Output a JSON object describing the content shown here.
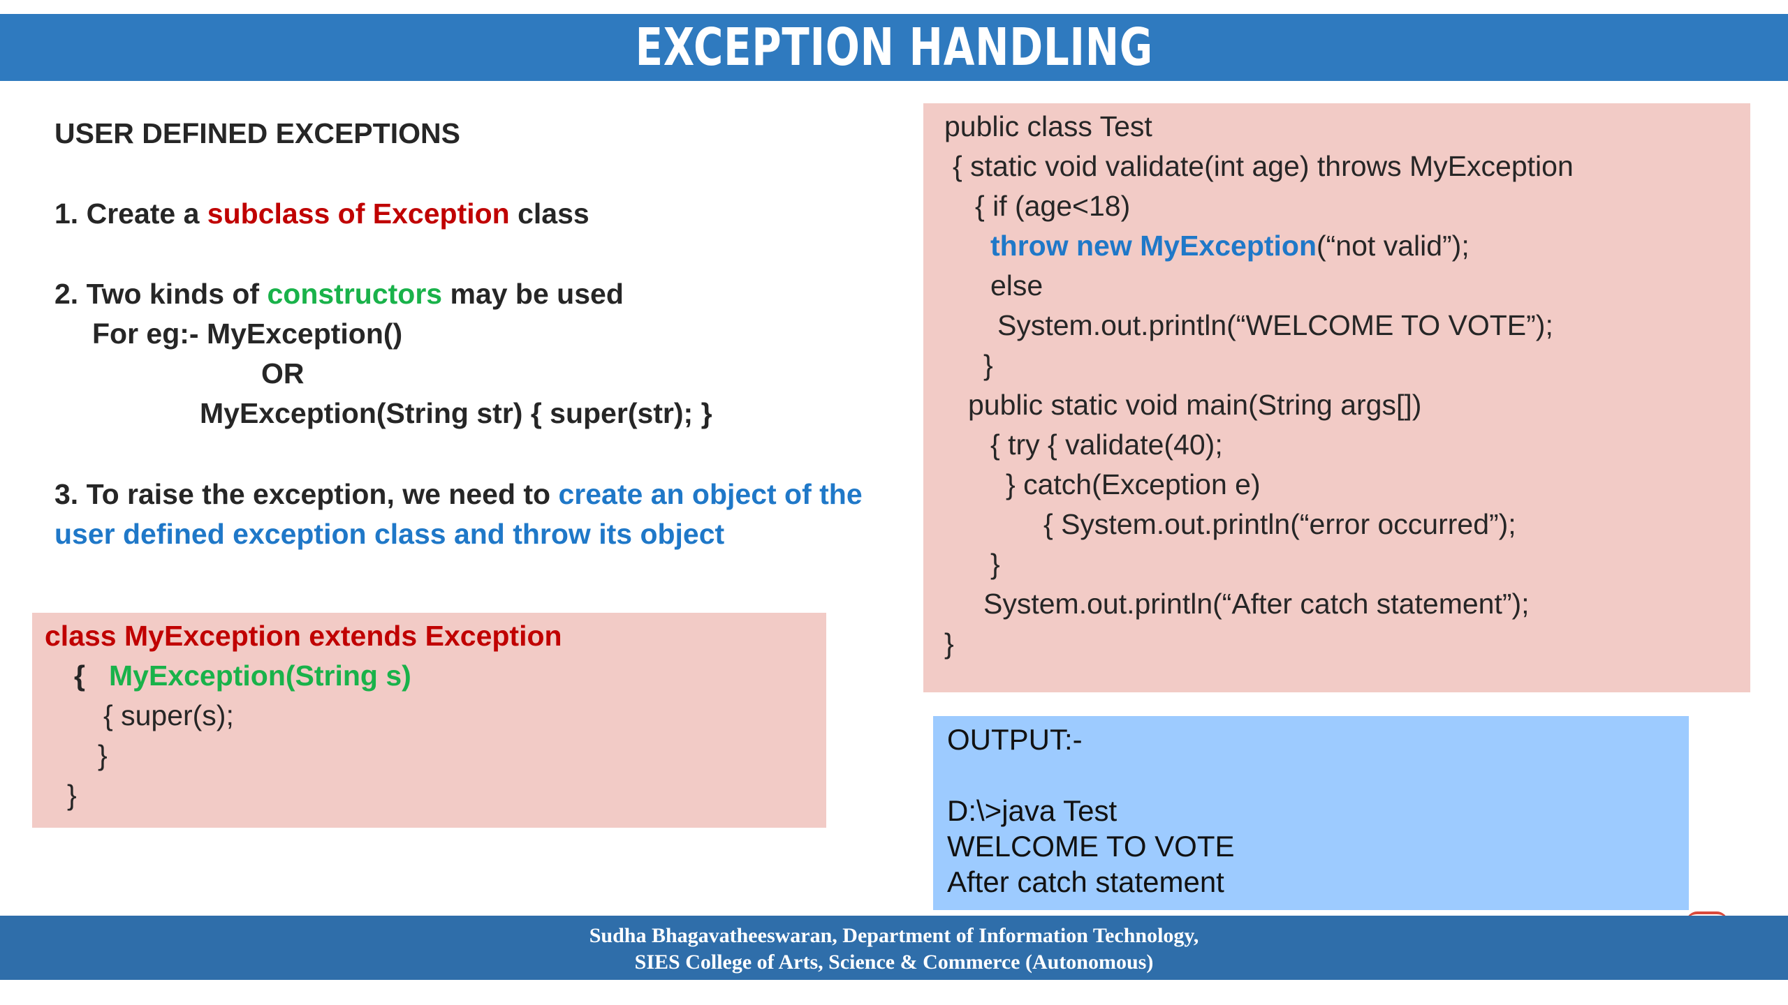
{
  "slide": {
    "title": "EXCEPTION HANDLING"
  },
  "left": {
    "heading": "USER DEFINED EXCEPTIONS",
    "point1": {
      "prefix": "1. Create a ",
      "highlight": "subclass of Exception",
      "suffix": " class"
    },
    "point2": {
      "prefix": "2. Two kinds of ",
      "highlight": "constructors",
      "suffix": " may be used",
      "example_line1": "For eg:- MyException()",
      "example_or": "OR",
      "example_line2": "MyException(String str)  { super(str);  }"
    },
    "point3": {
      "prefix": "3. To raise the exception, we need to ",
      "highlight_line1": "create an object of the",
      "highlight_line2": "user defined exception class and throw its object"
    }
  },
  "class_box": {
    "line1": "class MyException extends Exception",
    "line2_brace": "{",
    "line2_ctor": "MyException(String s)",
    "line3": "{ super(s);",
    "line4": "}",
    "line5": "}"
  },
  "code_box": {
    "line1": "public class Test",
    "line2": "{ static void validate(int age) throws MyException",
    "line3": "{ if (age<18)",
    "line4_highlight": "throw new MyException",
    "line4_rest": "(“not valid”);",
    "line5": "else",
    "line6": "System.out.println(“WELCOME TO VOTE”);",
    "line7": "}",
    "line8": "public static void main(String args[])",
    "line9": "{    try { validate(40);",
    "line10": "} catch(Exception e)",
    "line11": "{ System.out.println(“error occurred”);",
    "line12": "}",
    "line13": "System.out.println(“After catch statement”);",
    "line14": "}"
  },
  "output_box": {
    "label": "OUTPUT:-",
    "line1": "D:\\>java Test",
    "line2": "WELCOME TO VOTE",
    "line3": "After catch statement"
  },
  "footer": {
    "line1": "Sudha Bhagavatheeswaran, Department of Information Technology,",
    "line2": "SIES College of Arts, Science & Commerce (Autonomous)"
  },
  "colors": {
    "title_bar": "#2f7abf",
    "code_box": "#f2cbc6",
    "output_box": "#9dcbff",
    "highlight_red": "#c00000",
    "highlight_green": "#19b24a",
    "highlight_blue": "#1f78c8"
  }
}
